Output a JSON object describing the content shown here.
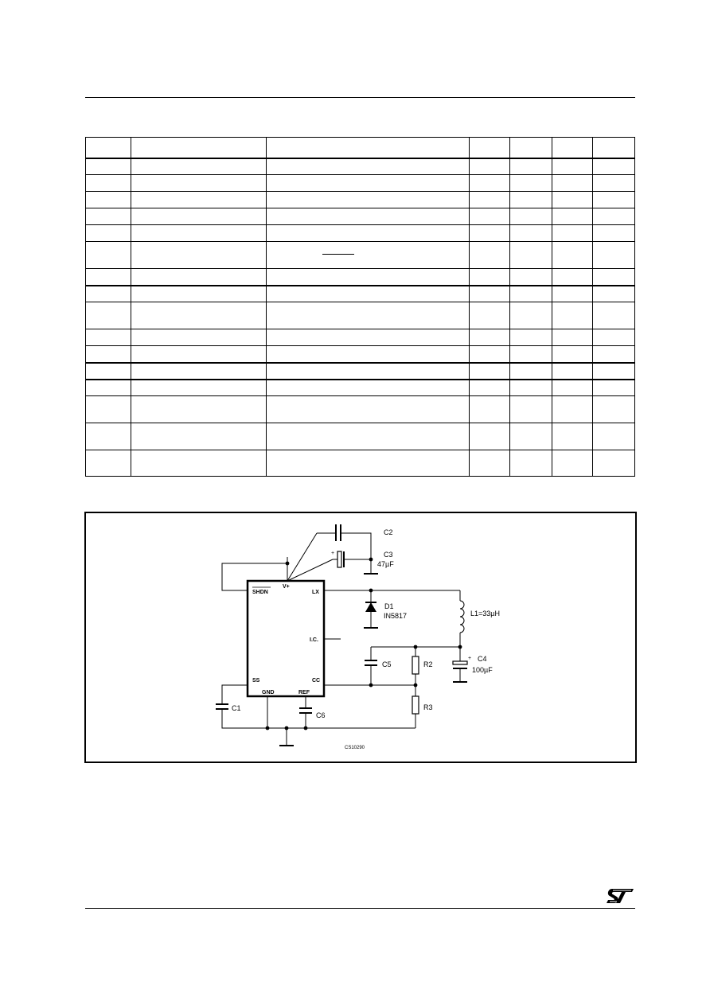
{
  "circuit": {
    "pins": {
      "shdn": "SHDN",
      "vplus": "V+",
      "lx": "LX",
      "ic": "I.C.",
      "ss": "SS",
      "cc": "CC",
      "gnd": "GND",
      "ref": "REF"
    },
    "labels": {
      "c1": "C1",
      "c2": "C2",
      "c3": "C3",
      "c3_value": "47µF",
      "c4": "C4",
      "c4_value": "100µF",
      "c5": "C5",
      "c6": "C6",
      "d1": "D1",
      "d1_part": "IN5817",
      "l1": "L1=33µH",
      "r2": "R2",
      "r3": "R3",
      "figure_code": "CS10290"
    }
  },
  "logo": {
    "name": "st-logo-icon"
  }
}
